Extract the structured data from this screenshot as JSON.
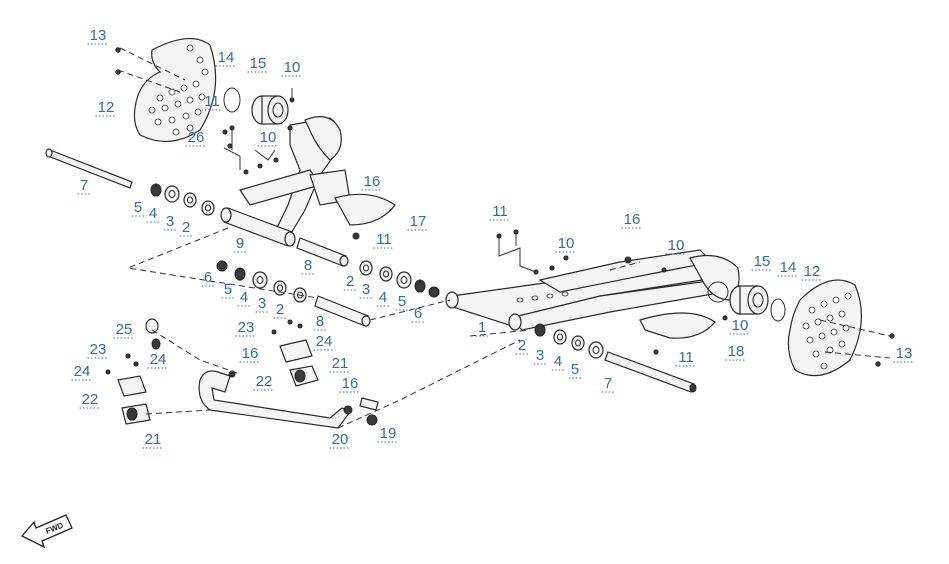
{
  "diagram": {
    "fwd_label": "FWD",
    "callouts": [
      {
        "id": "c1",
        "text": "13"
      },
      {
        "id": "c2",
        "text": "14"
      },
      {
        "id": "c3",
        "text": "15"
      },
      {
        "id": "c4",
        "text": "10"
      },
      {
        "id": "c5",
        "text": "12"
      },
      {
        "id": "c6",
        "text": "11"
      },
      {
        "id": "c7",
        "text": "26"
      },
      {
        "id": "c8",
        "text": "10"
      },
      {
        "id": "c9",
        "text": "16"
      },
      {
        "id": "c10",
        "text": "17"
      },
      {
        "id": "c11",
        "text": "7"
      },
      {
        "id": "c12",
        "text": "5"
      },
      {
        "id": "c13",
        "text": "4"
      },
      {
        "id": "c14",
        "text": "3"
      },
      {
        "id": "c15",
        "text": "2"
      },
      {
        "id": "c16",
        "text": "11"
      },
      {
        "id": "c17",
        "text": "9"
      },
      {
        "id": "c18",
        "text": "8"
      },
      {
        "id": "c19",
        "text": "6"
      },
      {
        "id": "c20",
        "text": "5"
      },
      {
        "id": "c21",
        "text": "4"
      },
      {
        "id": "c22",
        "text": "3"
      },
      {
        "id": "c23",
        "text": "2"
      },
      {
        "id": "c24",
        "text": "2"
      },
      {
        "id": "c25",
        "text": "3"
      },
      {
        "id": "c26",
        "text": "4"
      },
      {
        "id": "c27",
        "text": "5"
      },
      {
        "id": "c28",
        "text": "6"
      },
      {
        "id": "c29",
        "text": "8"
      },
      {
        "id": "c30",
        "text": "23"
      },
      {
        "id": "c31",
        "text": "24"
      },
      {
        "id": "c32",
        "text": "25"
      },
      {
        "id": "c33",
        "text": "23"
      },
      {
        "id": "c34",
        "text": "24"
      },
      {
        "id": "c35",
        "text": "16"
      },
      {
        "id": "c36",
        "text": "21"
      },
      {
        "id": "c37",
        "text": "22"
      },
      {
        "id": "c38",
        "text": "24"
      },
      {
        "id": "c39",
        "text": "22"
      },
      {
        "id": "c40",
        "text": "21"
      },
      {
        "id": "c41",
        "text": "16"
      },
      {
        "id": "c42",
        "text": "19"
      },
      {
        "id": "c43",
        "text": "20"
      },
      {
        "id": "c44",
        "text": "11"
      },
      {
        "id": "c45",
        "text": "10"
      },
      {
        "id": "c46",
        "text": "16"
      },
      {
        "id": "c47",
        "text": "10"
      },
      {
        "id": "c48",
        "text": "15"
      },
      {
        "id": "c49",
        "text": "14"
      },
      {
        "id": "c50",
        "text": "12"
      },
      {
        "id": "c51",
        "text": "1"
      },
      {
        "id": "c52",
        "text": "2"
      },
      {
        "id": "c53",
        "text": "3"
      },
      {
        "id": "c54",
        "text": "4"
      },
      {
        "id": "c55",
        "text": "5"
      },
      {
        "id": "c56",
        "text": "10"
      },
      {
        "id": "c57",
        "text": "18"
      },
      {
        "id": "c58",
        "text": "11"
      },
      {
        "id": "c59",
        "text": "7"
      },
      {
        "id": "c60",
        "text": "13"
      }
    ]
  }
}
